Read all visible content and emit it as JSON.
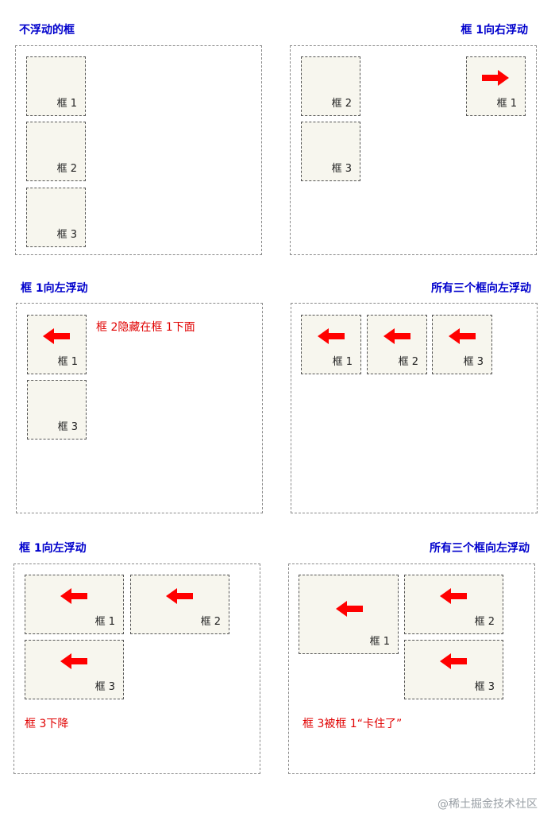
{
  "colors": {
    "title": "#0000cc",
    "note": "#e00000",
    "box_fill": "#f7f6ee",
    "arrow": "#ff0000"
  },
  "panels": [
    {
      "title": "不浮动的框",
      "boxes": [
        {
          "label": "框 1"
        },
        {
          "label": "框 2"
        },
        {
          "label": "框 3"
        }
      ]
    },
    {
      "title": "框 1向右浮动",
      "boxes": [
        {
          "label": "框 2"
        },
        {
          "label": "框 3"
        },
        {
          "label": "框 1",
          "arrow": "right-arrow-icon"
        }
      ]
    },
    {
      "title": "框 1向左浮动",
      "note": "框 2隐藏在框 1下面",
      "boxes": [
        {
          "label": "框 1",
          "arrow": "left-arrow-icon"
        },
        {
          "label": "框 3"
        }
      ]
    },
    {
      "title": "所有三个框向左浮动",
      "boxes": [
        {
          "label": "框 1",
          "arrow": "left-arrow-icon"
        },
        {
          "label": "框 2",
          "arrow": "left-arrow-icon"
        },
        {
          "label": "框 3",
          "arrow": "left-arrow-icon"
        }
      ]
    },
    {
      "title": "框 1向左浮动",
      "note": "框 3下降",
      "boxes": [
        {
          "label": "框 1",
          "arrow": "left-arrow-icon"
        },
        {
          "label": "框 2",
          "arrow": "left-arrow-icon"
        },
        {
          "label": "框 3",
          "arrow": "left-arrow-icon"
        }
      ]
    },
    {
      "title": "所有三个框向左浮动",
      "note": "框 3被框 1“卡住了”",
      "boxes": [
        {
          "label": "框 1",
          "arrow": "left-arrow-icon"
        },
        {
          "label": "框 2",
          "arrow": "left-arrow-icon"
        },
        {
          "label": "框 3",
          "arrow": "left-arrow-icon"
        }
      ]
    }
  ],
  "watermark": "@稀土掘金技术社区"
}
